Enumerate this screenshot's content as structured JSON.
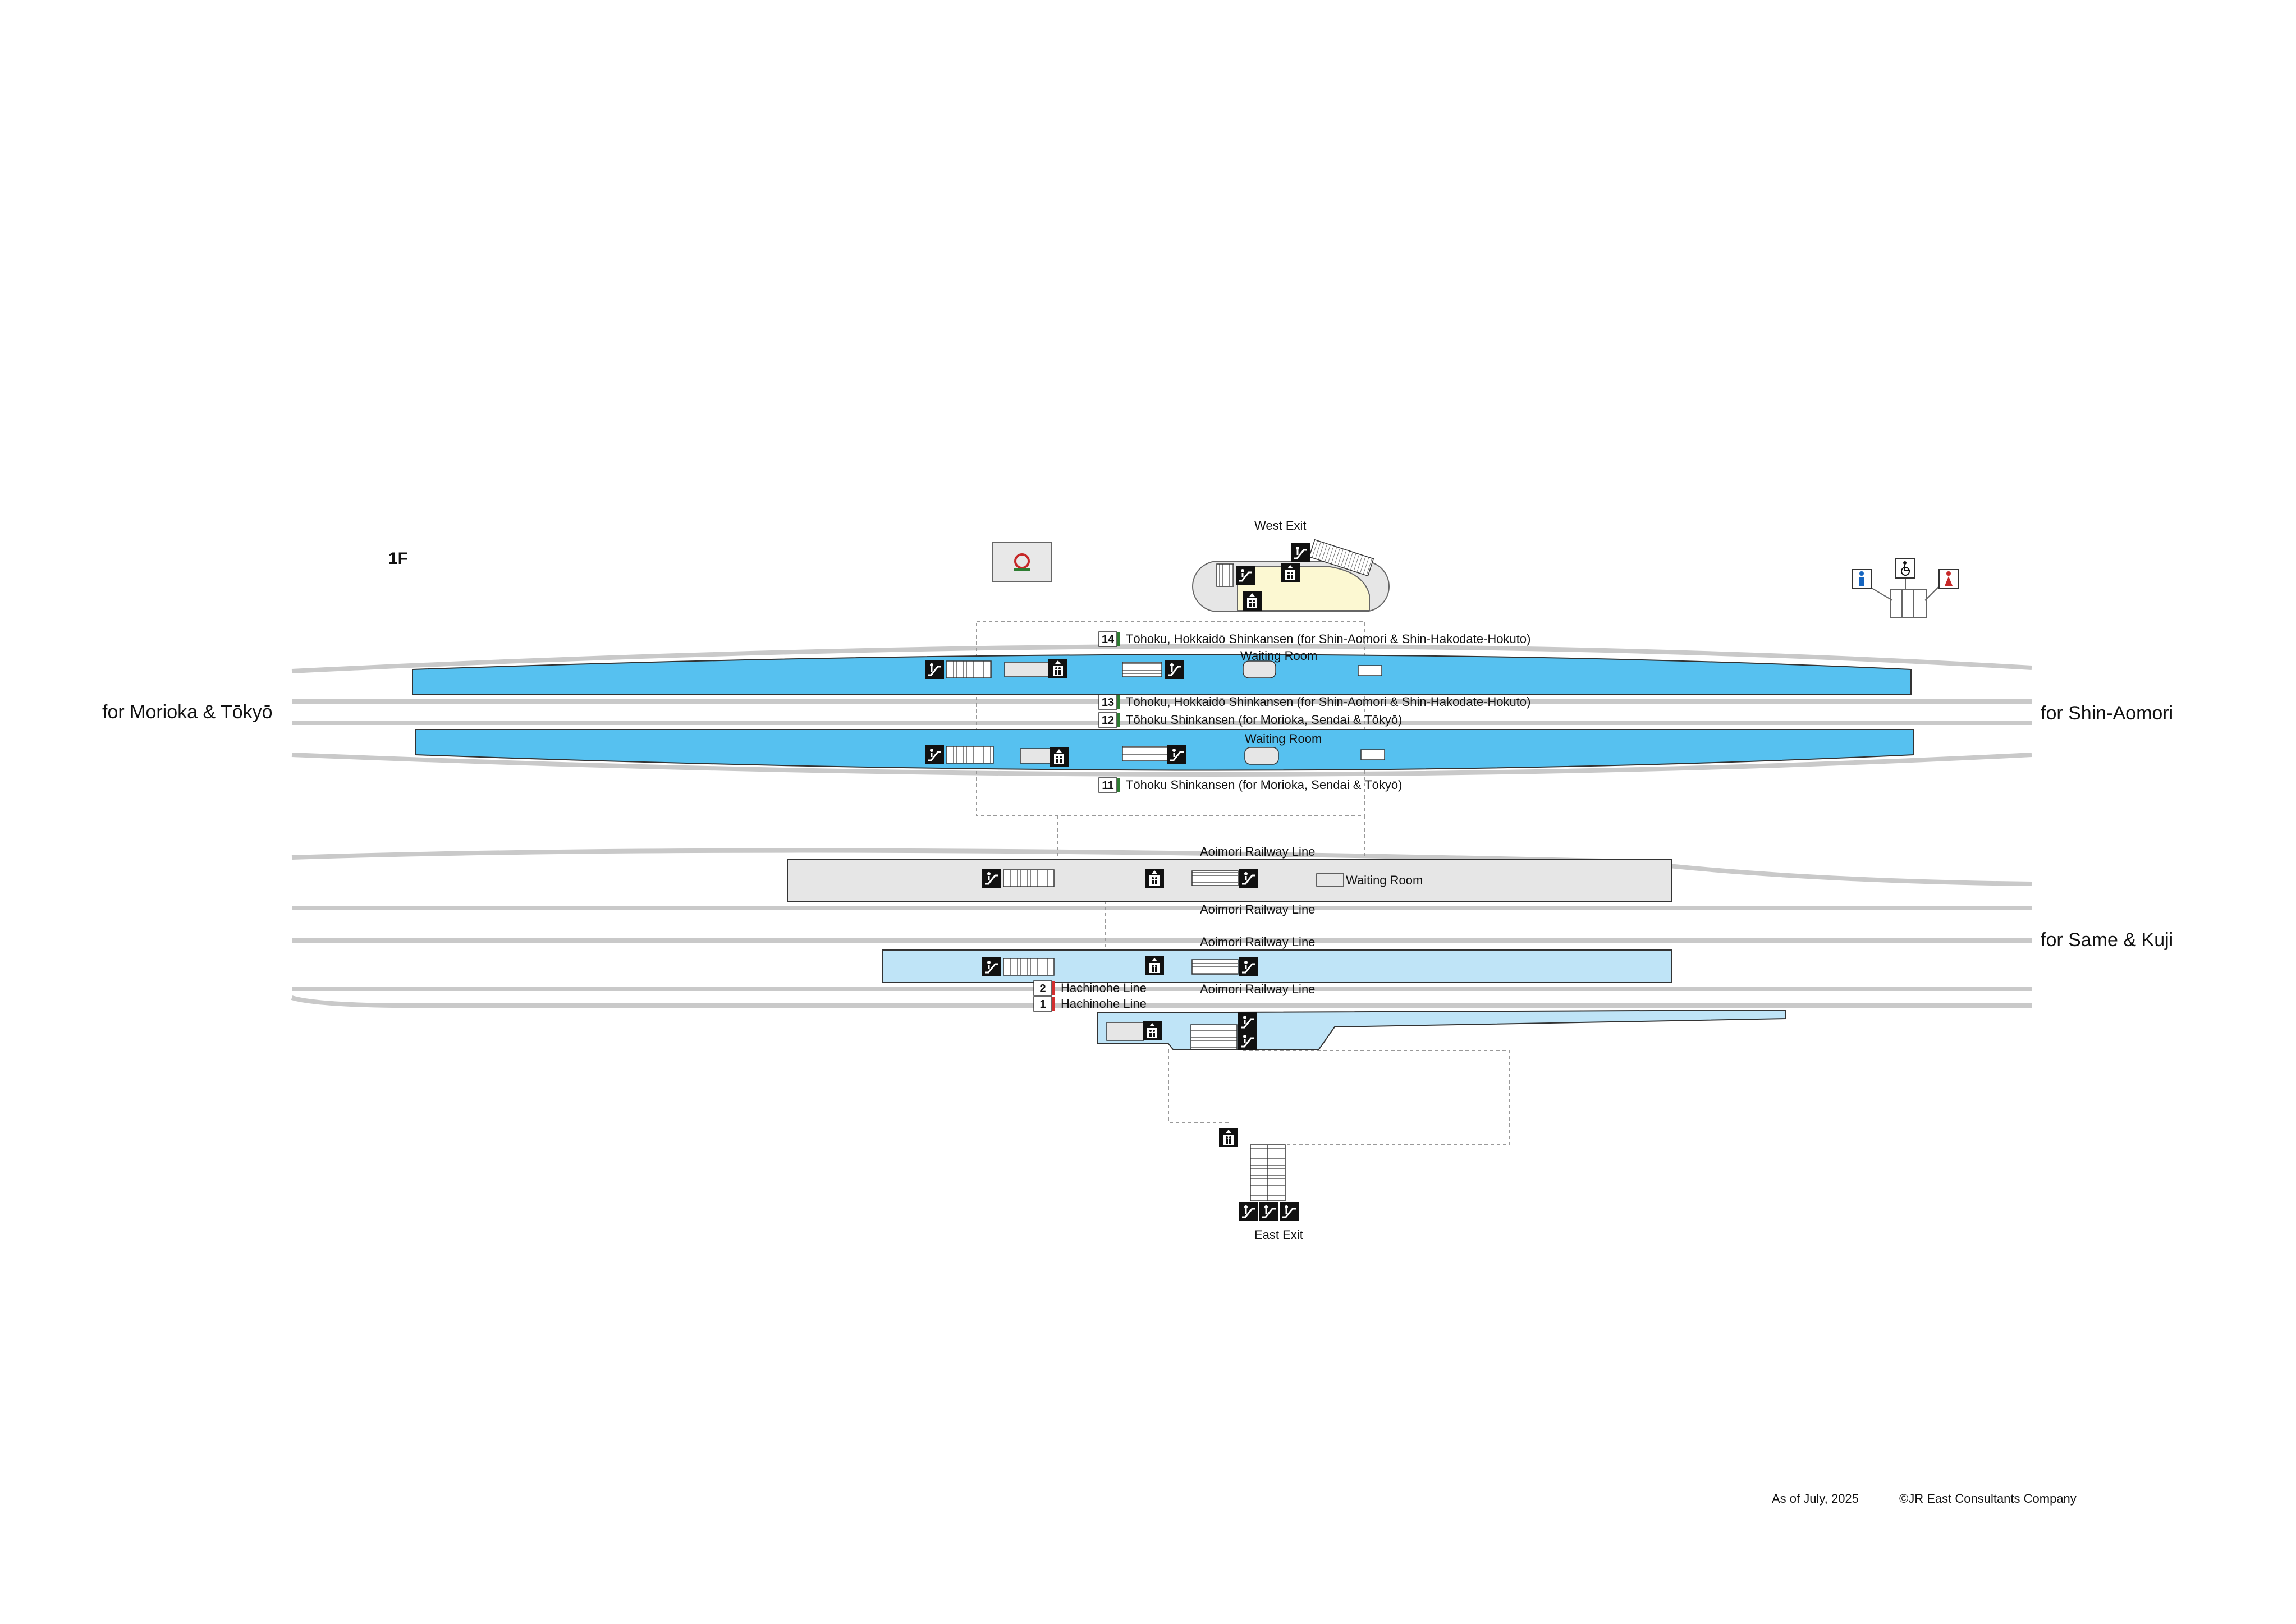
{
  "floor": "1F",
  "exits": {
    "west": "West Exit",
    "east": "East Exit"
  },
  "directions": {
    "left": "for Morioka & Tōkyō",
    "right_top": "for Shin-Aomori",
    "right_bottom": "for Same & Kuji"
  },
  "tracks": [
    {
      "number": "14",
      "label": "Tōhoku, Hokkaidō Shinkansen (for Shin-Aomori & Shin-Hakodate-Hokuto)",
      "color": "#2e7d32"
    },
    {
      "number": "13",
      "label": "Tōhoku, Hokkaidō Shinkansen (for Shin-Aomori & Shin-Hakodate-Hokuto)",
      "color": "#2e7d32"
    },
    {
      "number": "12",
      "label": "Tōhoku Shinkansen (for Morioka, Sendai & Tōkyō)",
      "color": "#2e7d32"
    },
    {
      "number": "11",
      "label": "Tōhoku Shinkansen (for Morioka, Sendai & Tōkyō)",
      "color": "#2e7d32"
    },
    {
      "number": "2",
      "label": "Hachinohe Line",
      "color": "#d32f2f"
    },
    {
      "number": "1",
      "label": "Hachinohe Line",
      "color": "#d32f2f"
    }
  ],
  "labels": {
    "waiting_room": "Waiting Room",
    "aoimori_line": "Aoimori Railway Line"
  },
  "footer": {
    "as_of": "As of July, 2025",
    "copyright": "©JR East Consultants Company"
  },
  "colors": {
    "shinkansen_platform": "#56c1f0",
    "conventional_platform": "#bfe4f7",
    "aoimori_platform": "#e6e6e6",
    "concourse": "#fcf8d2",
    "rail": "#c9c9c9"
  },
  "icons": [
    "escalator-icon",
    "elevator-icon",
    "stairs-icon",
    "toilet-male-icon",
    "toilet-female-icon",
    "wheelchair-icon",
    "info-icon"
  ]
}
